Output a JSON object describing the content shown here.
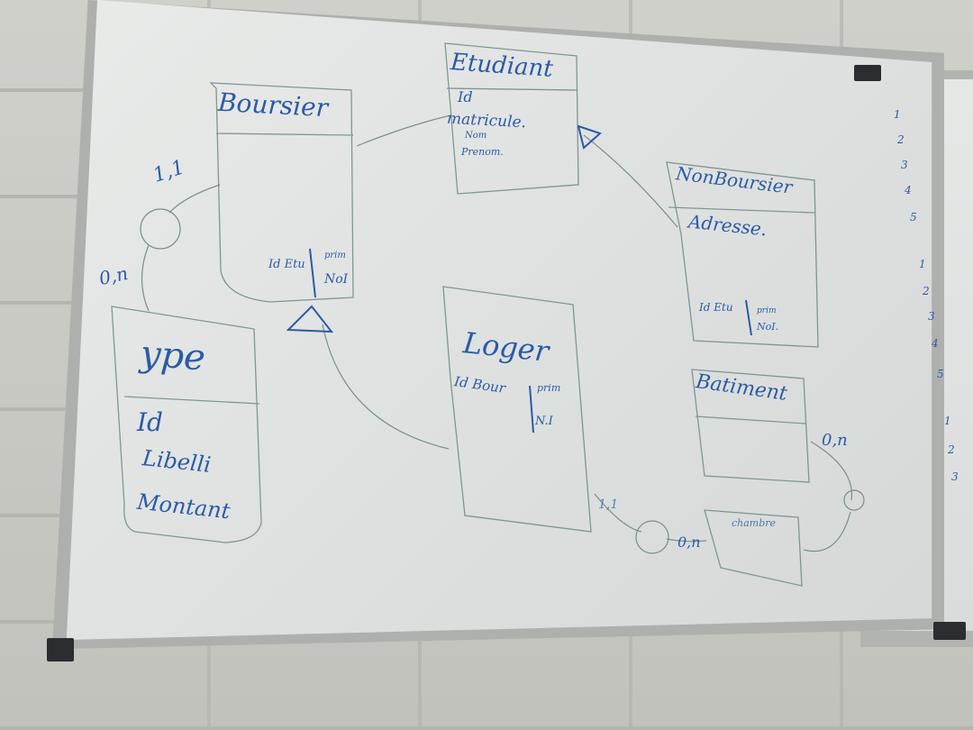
{
  "scene": {
    "entities": {
      "etudiant": {
        "title": "Etudiant",
        "attrs": [
          "Id",
          "matricule.",
          "Nom",
          "Prenom."
        ]
      },
      "boursier": {
        "title": "Boursier",
        "attrs": [
          "Id Etu",
          "prim",
          "NoI"
        ]
      },
      "non_boursier": {
        "title": "NonBoursier",
        "attrs": [
          "Adresse.",
          "Id Etu",
          "prim",
          "NoI."
        ]
      },
      "type": {
        "title": "ype",
        "attrs": [
          "Id",
          "Libelli",
          "Montant"
        ]
      },
      "loger": {
        "title": "Loger",
        "attrs": [
          "Id Bour",
          "prim",
          "N.I"
        ]
      },
      "batiment": {
        "title": "Batiment",
        "attrs": []
      },
      "chambre": {
        "title": "chambre"
      }
    },
    "cardinalities": [
      "1,1",
      "0,n",
      "0,n",
      "1,1",
      "0,n"
    ],
    "side_board_numbers": [
      "1",
      "2",
      "3",
      "4",
      "5",
      "1",
      "2",
      "3",
      "4",
      "5",
      "1",
      "2",
      "3"
    ]
  },
  "colors": {
    "marker_blue": "#2c5aa6",
    "board": "#e4e6e4",
    "wall": "#c8c8c3",
    "frame": "#a9aba8"
  }
}
